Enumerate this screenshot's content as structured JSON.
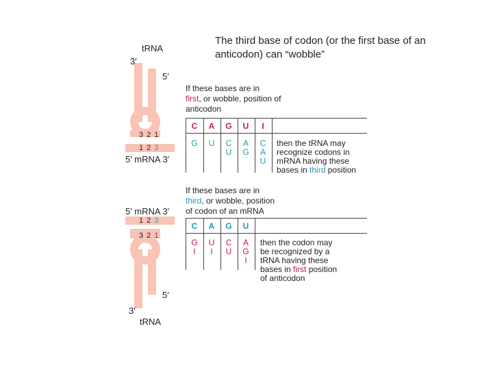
{
  "title": "The third base of codon (or the first base of an anticodon) can “wobble”",
  "top_trna": {
    "trna_label": "tRNA",
    "three_prime": "3′",
    "five_prime": "5′",
    "anticodon_numbers": "3 2 1",
    "codon_numbers_prefix": "1 2 ",
    "codon_numbers_last": "3",
    "mrna_label": "5′ mRNA 3′"
  },
  "bottom_trna": {
    "mrna_label": "5′ mRNA 3′",
    "codon_numbers_prefix": "1 2 ",
    "codon_numbers_last": "3",
    "anticodon_numbers_prefix": "3 2 ",
    "anticodon_numbers_last": "1",
    "five_prime": "5′",
    "three_prime": "3′",
    "trna_label": "tRNA"
  },
  "table1": {
    "caption_part1": "If these bases are in",
    "caption_highlight": "first",
    "caption_part2": ", or wobble, position of",
    "caption_part3": "anticodon",
    "headers": [
      "C",
      "A",
      "G",
      "U",
      "I"
    ],
    "columns": [
      [
        "G"
      ],
      [
        "U"
      ],
      [
        "C",
        "U"
      ],
      [
        "A",
        "G"
      ],
      [
        "C",
        "A",
        "U"
      ]
    ],
    "result_line1": "then the tRNA may",
    "result_line2": "recognize codons in",
    "result_line3": "mRNA having these",
    "result_line4_part1": "bases in ",
    "result_line4_highlight": "third",
    "result_line4_part2": " position"
  },
  "table2": {
    "caption_part1": "If these bases are in",
    "caption_highlight": "third",
    "caption_part2": ", or wobble, position",
    "caption_part3": "of codon of an mRNA",
    "headers": [
      "C",
      "A",
      "G",
      "U"
    ],
    "columns": [
      [
        "G",
        "I"
      ],
      [
        "U",
        "I"
      ],
      [
        "C",
        "U"
      ],
      [
        "A",
        "G",
        "I"
      ]
    ],
    "result_line1": "then the codon may",
    "result_line2": "be recognized by a",
    "result_line3": "tRNA having these",
    "result_line4_part1": "bases in ",
    "result_line4_highlight": "first",
    "result_line4_part2": " position",
    "result_line5": "of anticodon"
  },
  "colors": {
    "trna_body": "#f9c3b5",
    "highlight_teal": "#1f9bb5",
    "highlight_pink": "#c2185b"
  }
}
